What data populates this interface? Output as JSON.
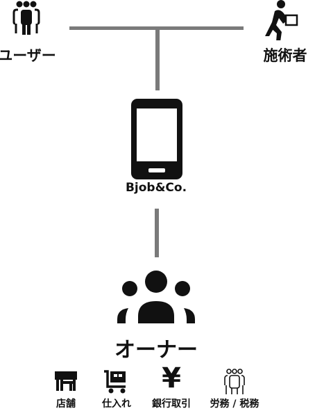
{
  "colors": {
    "line": "#7a7a7a",
    "ink": "#111111",
    "background": "#ffffff"
  },
  "nodes": {
    "user": {
      "label": "ユーザー",
      "icon": "group-of-people-icon"
    },
    "practitioner": {
      "label": "施術者",
      "icon": "person-carrying-box-icon"
    },
    "app": {
      "label": "Bjob&Co.",
      "icon": "smartphone-icon"
    },
    "owner": {
      "label": "オーナー",
      "icon": "team-icon"
    }
  },
  "owner_functions": [
    {
      "label": "店舗",
      "icon": "storefront-icon"
    },
    {
      "label": "仕入れ",
      "icon": "shopping-cart-icon"
    },
    {
      "label": "銀行取引",
      "icon": "yen-icon"
    },
    {
      "label": "労務 / 税務",
      "icon": "staff-group-icon"
    }
  ]
}
